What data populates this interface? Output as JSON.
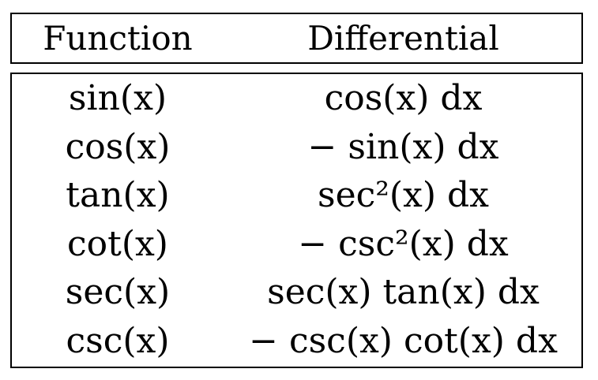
{
  "table": {
    "headers": {
      "function": "Function",
      "differential": "Differential"
    },
    "rows": [
      {
        "function": "sin(x)",
        "differential": "cos(x) dx"
      },
      {
        "function": "cos(x)",
        "differential": "− sin(x) dx"
      },
      {
        "function": "tan(x)",
        "differential": "sec²(x) dx"
      },
      {
        "function": "cot(x)",
        "differential": "− csc²(x) dx"
      },
      {
        "function": "sec(x)",
        "differential": "sec(x) tan(x) dx"
      },
      {
        "function": "csc(x)",
        "differential": "− csc(x) cot(x) dx"
      }
    ]
  }
}
